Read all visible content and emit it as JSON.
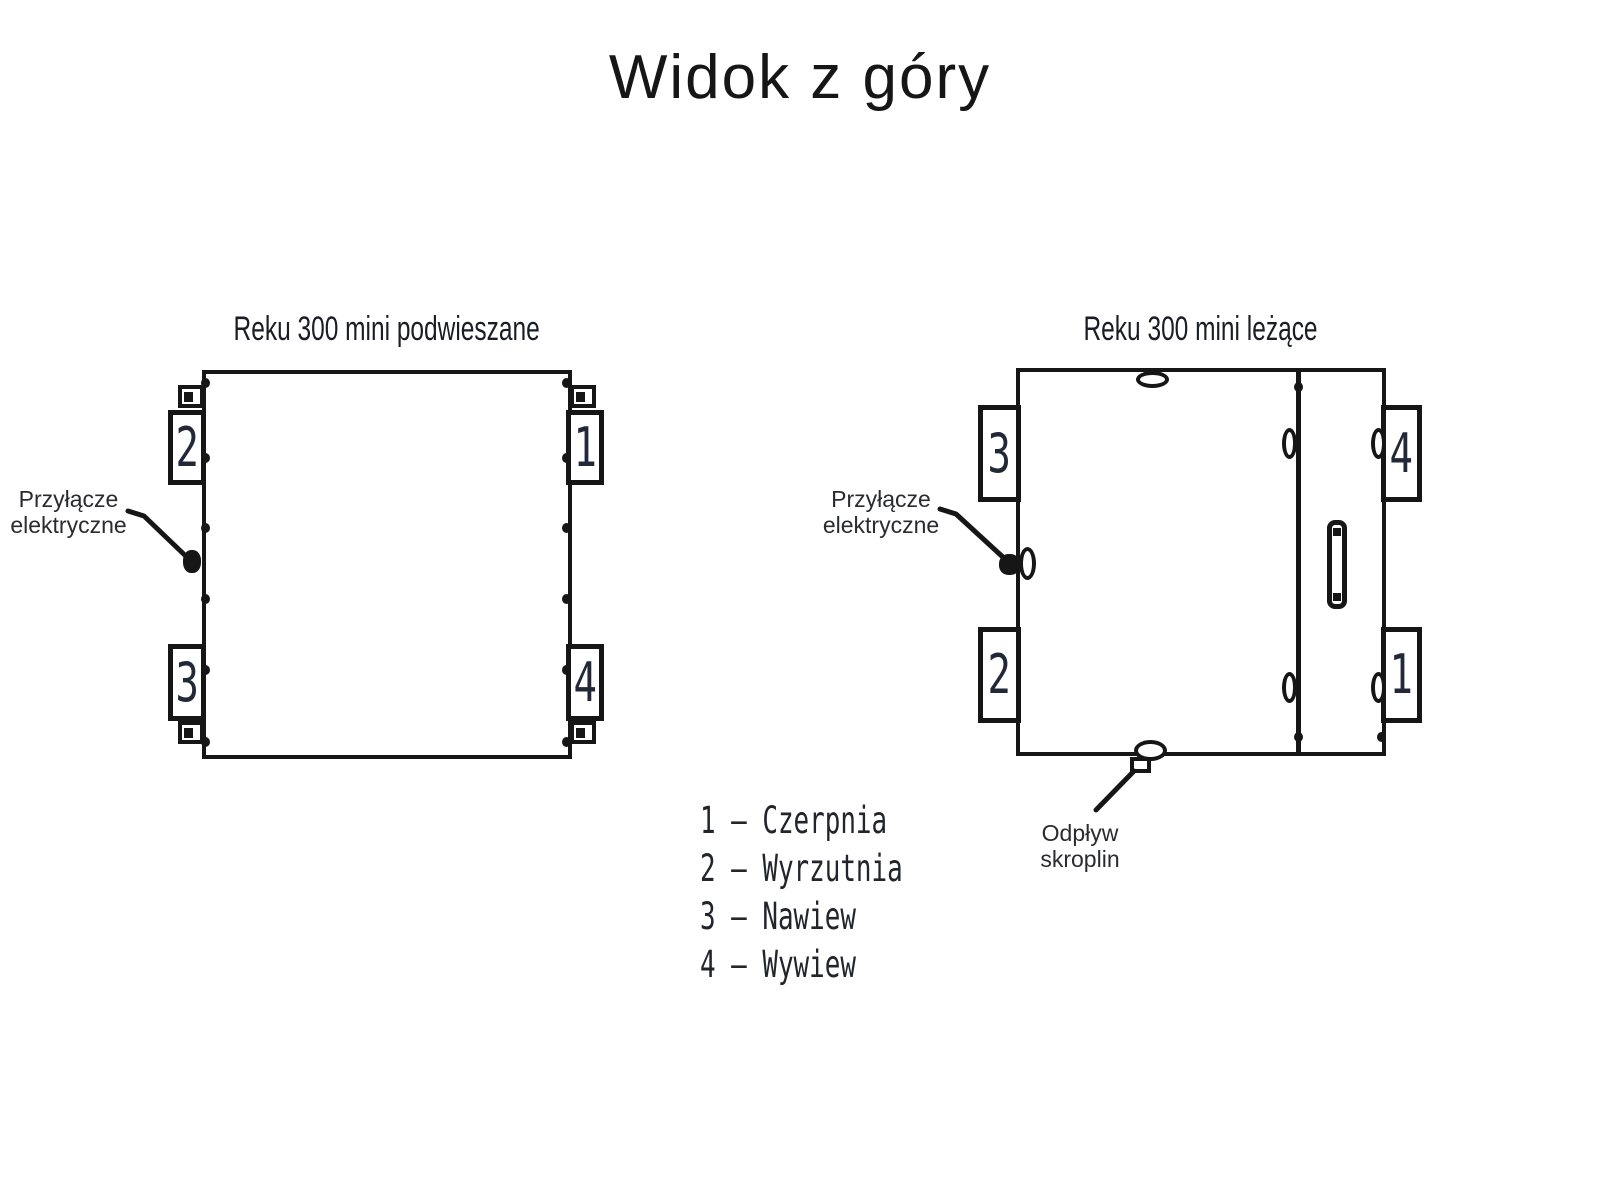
{
  "page": {
    "title": "Widok z góry"
  },
  "diagrams": [
    {
      "name": "Reku 300 mini podwieszane",
      "ports": {
        "top_left": "2",
        "top_right": "1",
        "bottom_left": "3",
        "bottom_right": "4"
      },
      "electrical_label": "Przyłącze elektryczne"
    },
    {
      "name": "Reku 300 mini leżące",
      "ports": {
        "top_left": "3",
        "top_right": "4",
        "bottom_left": "2",
        "bottom_right": "1"
      },
      "electrical_label": "Przyłącze elektryczne",
      "drain_label": "Odpływ skroplin"
    }
  ],
  "legend": {
    "items": [
      "1 – Czerpnia",
      "2 – Wyrzutnia",
      "3 – Nawiew",
      "4 – Wywiew"
    ]
  },
  "colors": {
    "line": "#161616",
    "text": "#23252c"
  }
}
